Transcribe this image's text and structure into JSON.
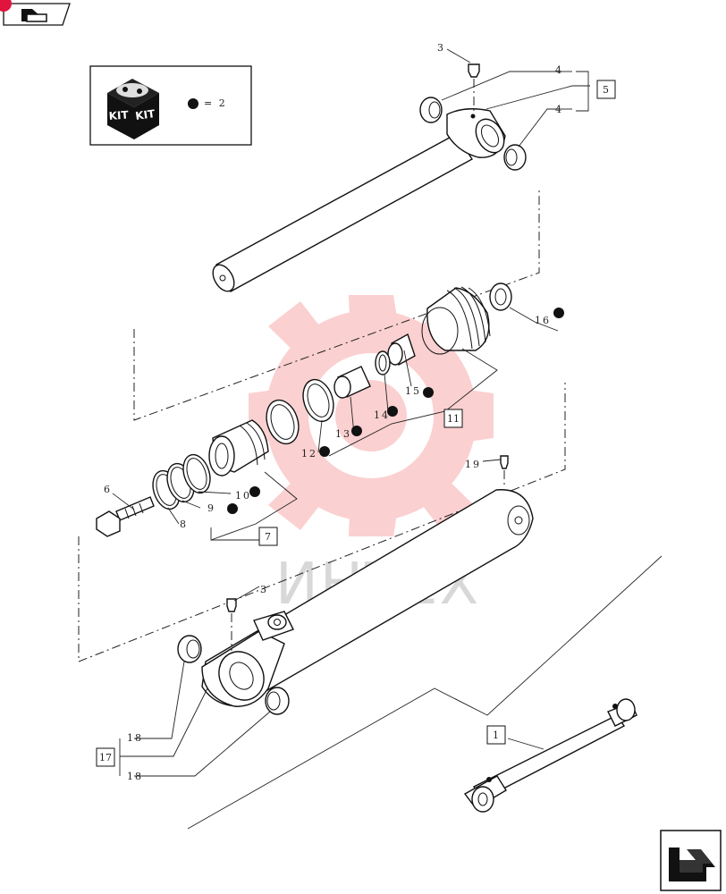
{
  "kit_legend": {
    "kit_word_1": "KIT",
    "kit_word_2": "KIT",
    "equals_text": "= 2"
  },
  "watermark": {
    "text": "ИНТЕХ",
    "color": "#f25a5a"
  },
  "callouts": {
    "c1": "1",
    "c3a": "3",
    "c3b": "3",
    "c4a": "4",
    "c4b": "4",
    "c5": "5",
    "c6": "6",
    "c7": "7",
    "c8": "8",
    "c9": "9",
    "c10": "10",
    "c11": "11",
    "c12": "12",
    "c13": "13",
    "c14": "14",
    "c15": "15",
    "c16": "16",
    "c17": "17",
    "c18a": "18",
    "c18b": "18",
    "c19": "19"
  },
  "icons": {
    "top_left": "back-arrow-icon",
    "bottom_right": "next-arrow-icon"
  }
}
